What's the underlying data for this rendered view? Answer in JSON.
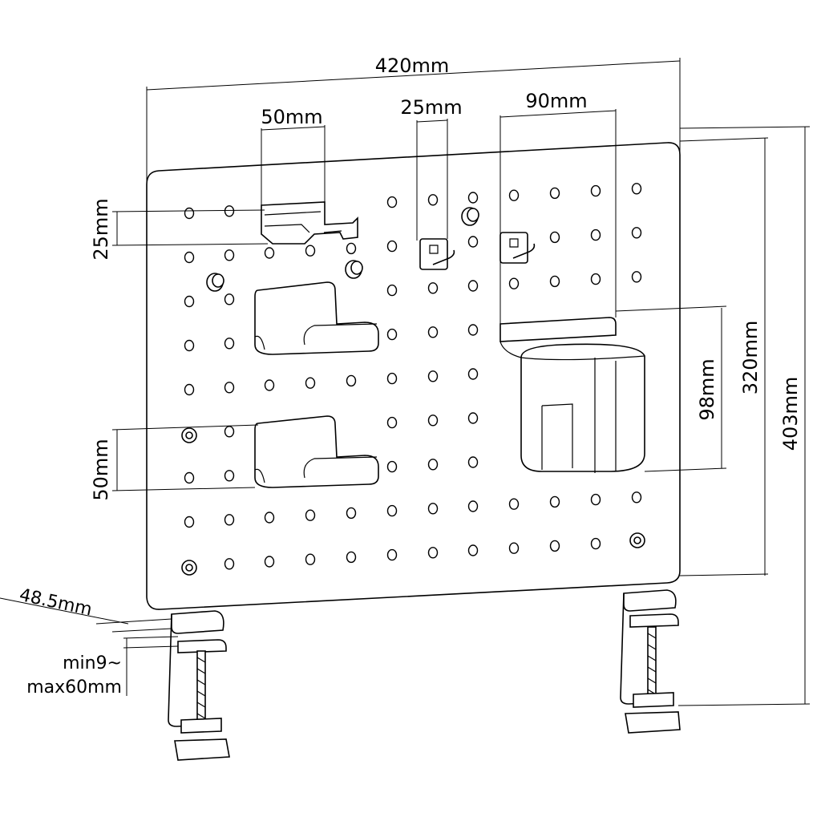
{
  "dimensions": {
    "total_width": "420mm",
    "shelf_width": "50mm",
    "hook_width": "25mm",
    "cup_holder_width": "90mm",
    "shelf_top_height": "25mm",
    "shelf_lower_height": "50mm",
    "cup_holder_height": "98mm",
    "board_height": "320mm",
    "total_height": "403mm",
    "clamp_offset": "48.5mm",
    "clamp_range_min": "min9~",
    "clamp_range_max": "max60mm"
  }
}
